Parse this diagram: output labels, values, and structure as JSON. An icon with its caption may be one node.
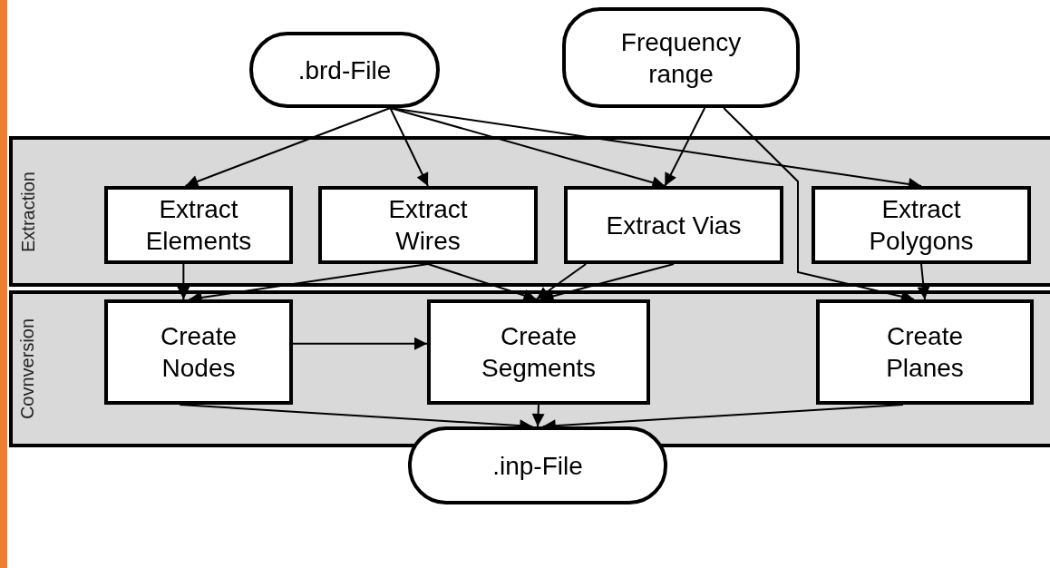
{
  "diagram": {
    "nodes": [
      {
        "text": [
          ".brd-File"
        ]
      },
      {
        "text": [
          "Frequency range"
        ]
      },
      {
        "text": [
          "Extraction"
        ]
      },
      {
        "text": [
          "Extract Elements"
        ],
        "in": 2
      },
      {
        "text": [
          "Extract Wires"
        ],
        "in": 2
      },
      {
        "text": [
          "Extract Vias"
        ],
        "in": 2
      },
      {
        "text": [
          "Extract Polygons"
        ],
        "in": 2
      },
      {
        "text": [
          "Covnversion"
        ]
      },
      {
        "text": [
          "Create Nodes"
        ],
        "in": 7
      },
      {
        "text": [
          "Create Segments"
        ],
        "in": 7
      },
      {
        "text": [
          "Create Planes"
        ],
        "in": 7
      },
      {
        "text": [
          ".inp-File"
        ]
      }
    ],
    "edges": [
      {
        "from": 0,
        "to": 3,
        "arrow": "to"
      },
      {
        "from": 0,
        "to": 4,
        "arrow": "to"
      },
      {
        "from": 0,
        "to": 5,
        "arrow": "to"
      },
      {
        "from": 0,
        "to": 6,
        "arrow": "to"
      },
      {
        "from": 1,
        "to": 5,
        "arrow": "to"
      },
      {
        "from": 1,
        "to": 10,
        "arrow": "to"
      },
      {
        "from": 3,
        "to": 8,
        "arrow": "to"
      },
      {
        "from": 4,
        "to": 8,
        "arrow": "to"
      },
      {
        "from": 4,
        "to": 9,
        "arrow": "to"
      },
      {
        "from": 5,
        "to": 9,
        "arrow": "to"
      },
      {
        "from": 5,
        "to": 9,
        "arrow": "to"
      },
      {
        "from": 6,
        "to": 10,
        "arrow": "to"
      },
      {
        "from": 8,
        "to": 9,
        "arrow": "to"
      },
      {
        "from": 8,
        "to": 11,
        "arrow": "to"
      },
      {
        "from": 9,
        "to": 11,
        "arrow": "to"
      },
      {
        "from": 10,
        "to": 11,
        "arrow": "to"
      }
    ]
  }
}
